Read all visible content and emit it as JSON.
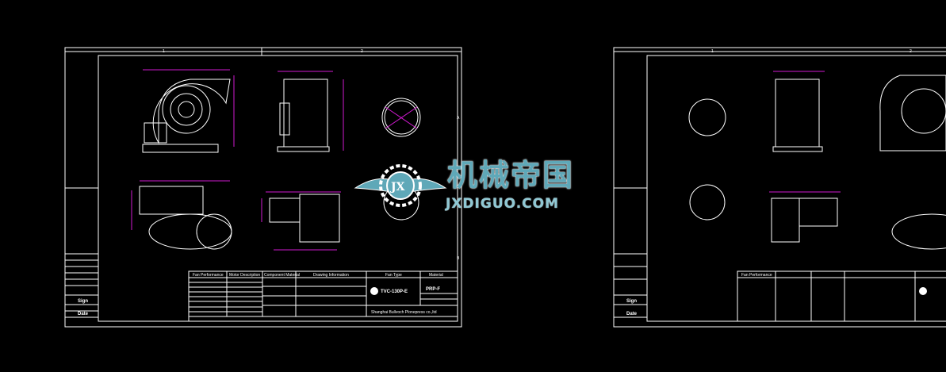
{
  "sheet": {
    "columns": [
      "1",
      "2"
    ],
    "rows": [
      "A",
      "B"
    ],
    "side_labels": {
      "sign": "Sign",
      "date": "Date"
    }
  },
  "title_block": {
    "headers": [
      "Fan Performance",
      "Motor Description",
      "Component Material",
      "Drawing Information",
      "Fan Type",
      "Material"
    ],
    "material_value": "PRP-F",
    "fan_model": "TVC-130P-E",
    "company": "Shanghai Bullvoch Plonepress co.,ltd"
  },
  "watermark": {
    "chinese": "机械帝国",
    "latin": "JXDIGUO.COM",
    "badge": "JX"
  },
  "colors": {
    "line": "#ffffff",
    "dimension": "#d01ad0",
    "watermark": "#5fa8b8"
  }
}
